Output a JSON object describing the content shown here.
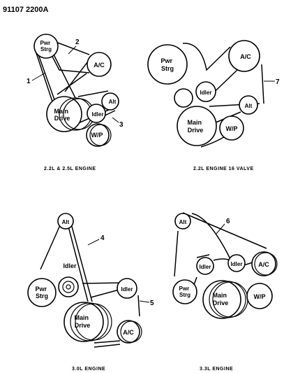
{
  "header": {
    "code": "91107 2200A"
  },
  "diagrams": [
    {
      "caption": "2.2L & 2.5L ENGINE",
      "pulleys": {
        "pwr_strg": "Pwr\nStrg",
        "ac": "A/C",
        "alt": "Alt",
        "idler": "Idler",
        "main_drive": "Main\nDrive",
        "wp": "W/P"
      },
      "callouts": [
        "1",
        "2",
        "3"
      ]
    },
    {
      "caption": "2.2L ENGINE 16 VALVE",
      "pulleys": {
        "pwr_strg": "Pwr\nStrg",
        "ac": "A/C",
        "idler": "Idler",
        "alt": "Alt",
        "main_drive": "Main\nDrive",
        "wp": "W/P"
      },
      "callouts": [
        "7"
      ]
    },
    {
      "caption": "3.0L ENGINE",
      "pulleys": {
        "alt": "Alt",
        "idler_upper": "Idler",
        "pwr_strg": "Pwr\nStrg",
        "idler_right": "Idler",
        "main_drive": "Main\nDrive",
        "ac": "A/C"
      },
      "callouts": [
        "4",
        "5"
      ]
    },
    {
      "caption": "3.3L ENGINE",
      "pulleys": {
        "alt": "Alt",
        "idler_left": "Idler",
        "idler_mid": "Idler",
        "ac": "A/C",
        "pwr_strg": "Pwr\nStrg",
        "main_drive": "Main\nDrive",
        "wp": "W/P"
      },
      "callouts": [
        "6"
      ]
    }
  ]
}
